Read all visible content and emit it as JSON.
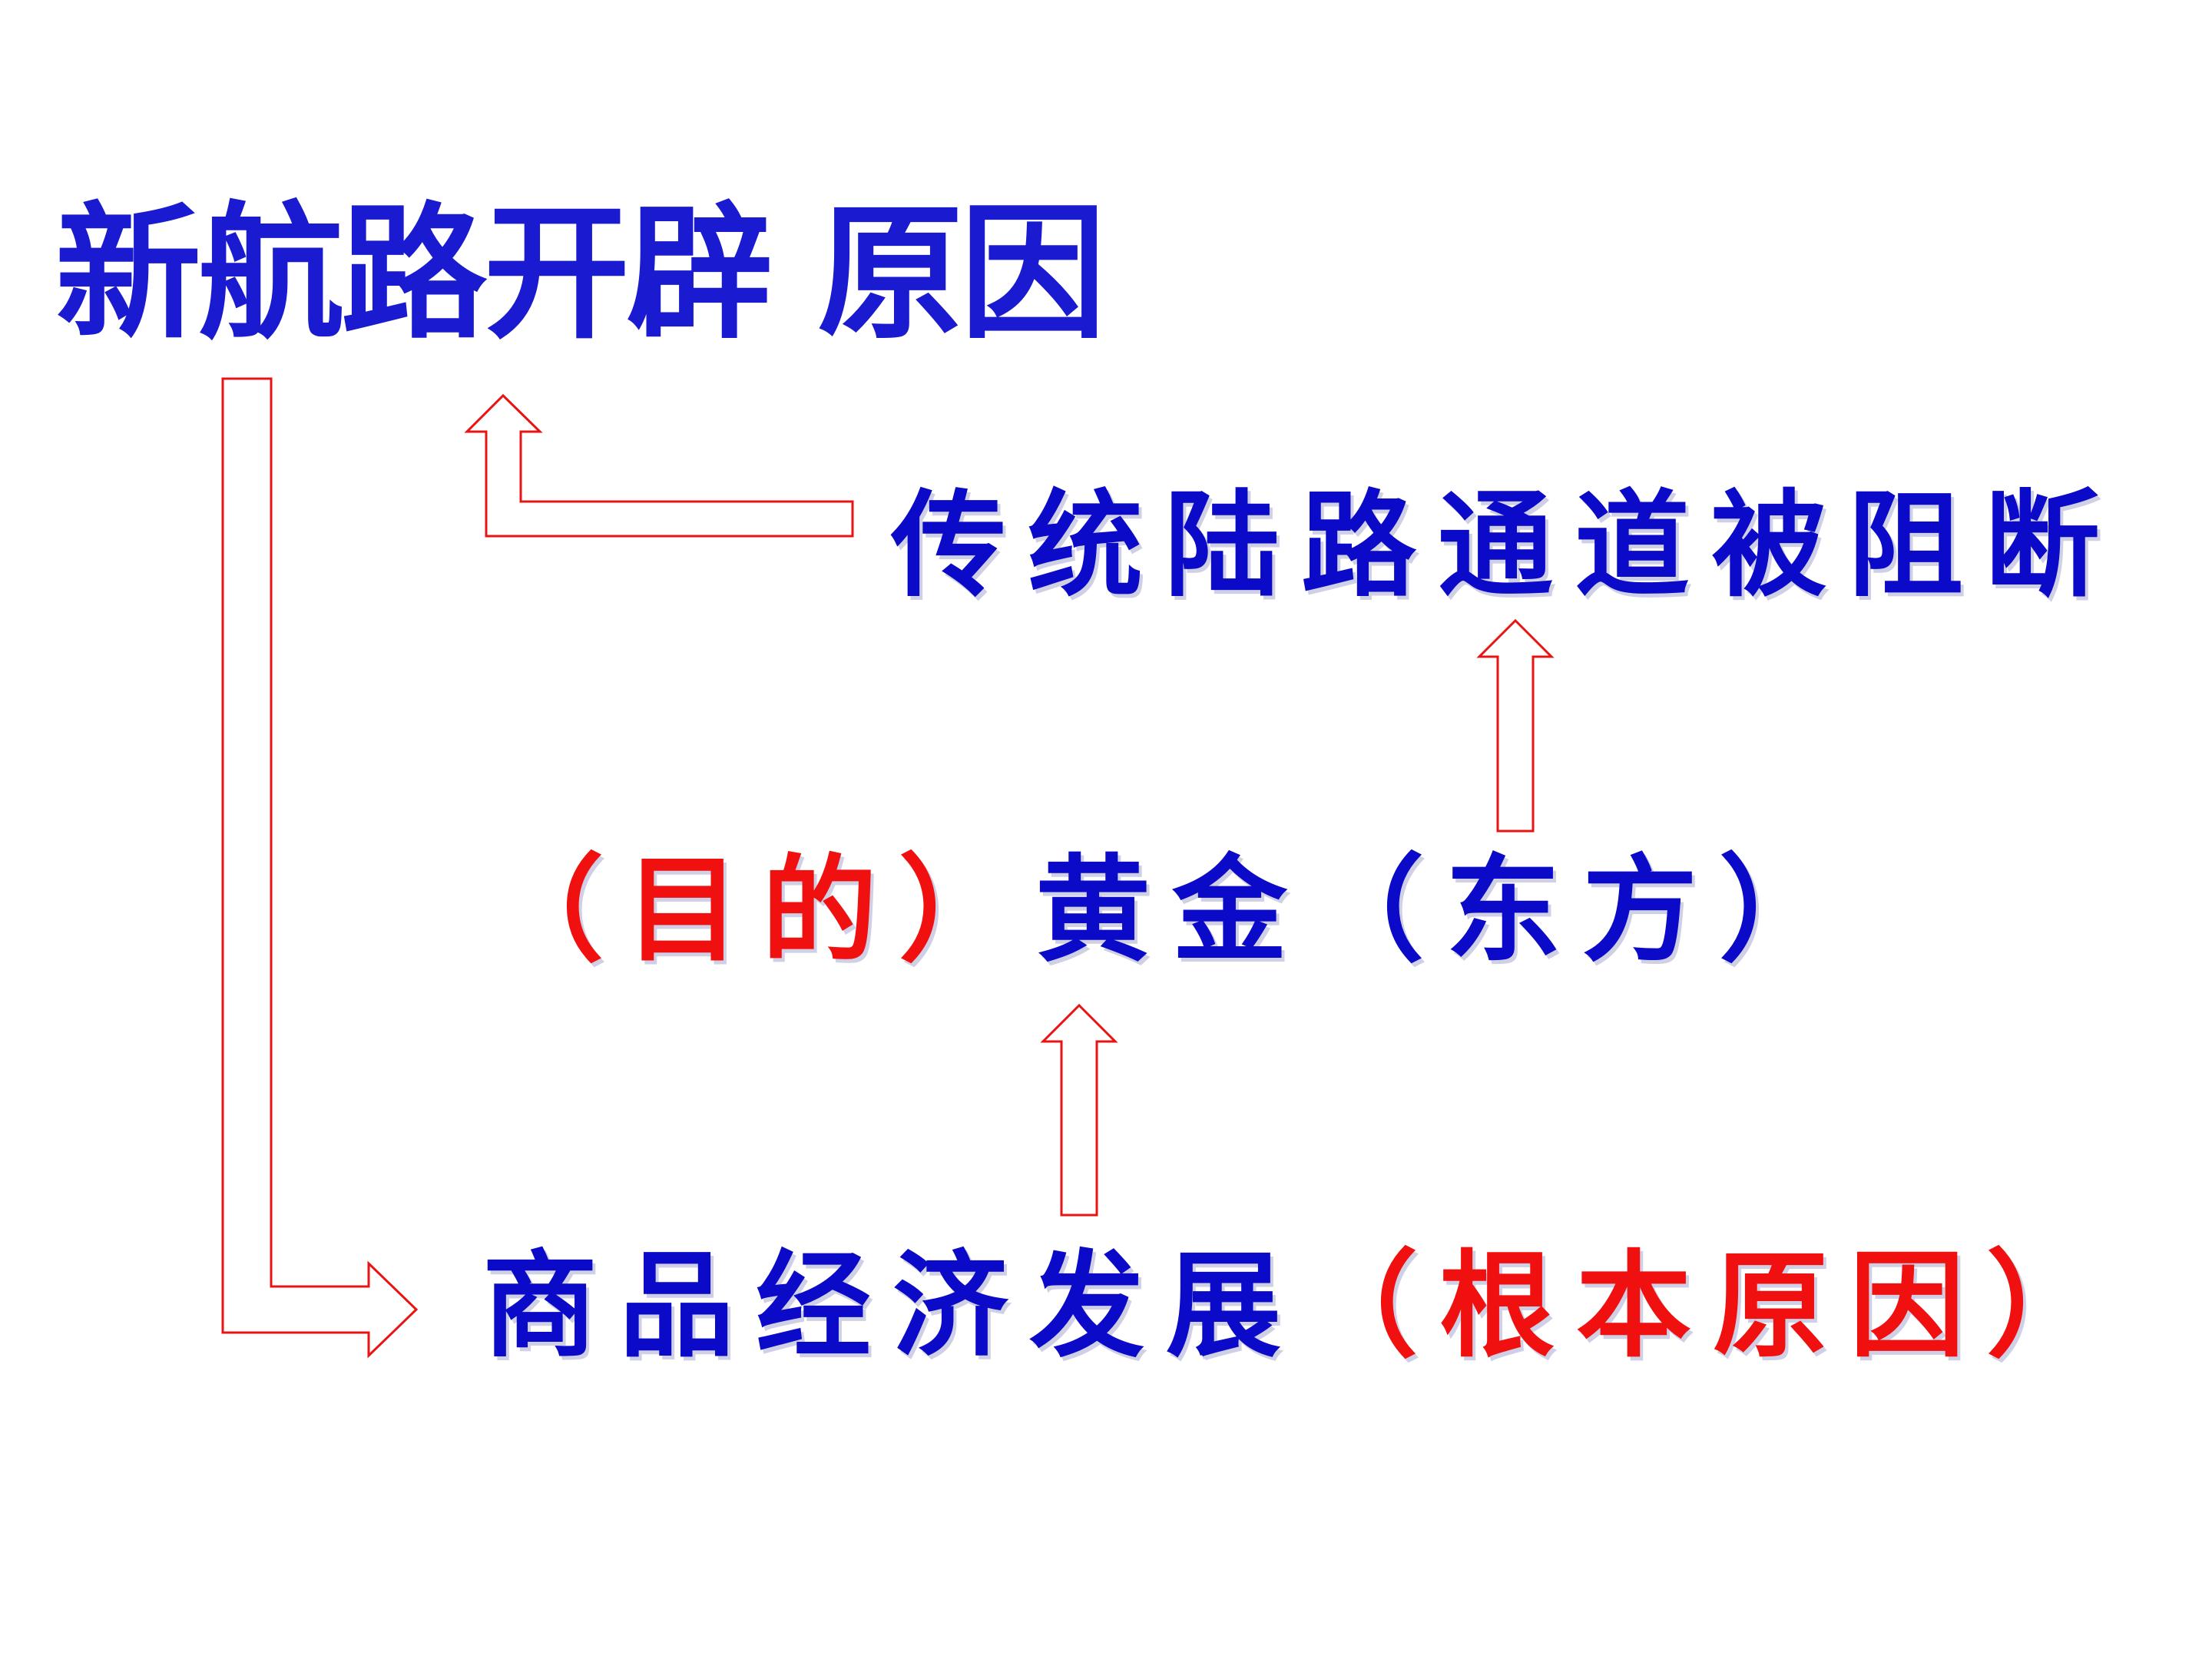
{
  "title": "新航路开辟 原因",
  "nodes": {
    "blocked_route": "传统陆路通道被阻断",
    "purpose_label": "（目的）",
    "gold_east": "黄金（东方）",
    "commodity_economy": "商品经济发展",
    "root_cause_label": "（根本原因）"
  },
  "colors": {
    "primary_blue": "#0a0ac8",
    "accent_red": "#f01010",
    "arrow_outline": "#e81414"
  }
}
